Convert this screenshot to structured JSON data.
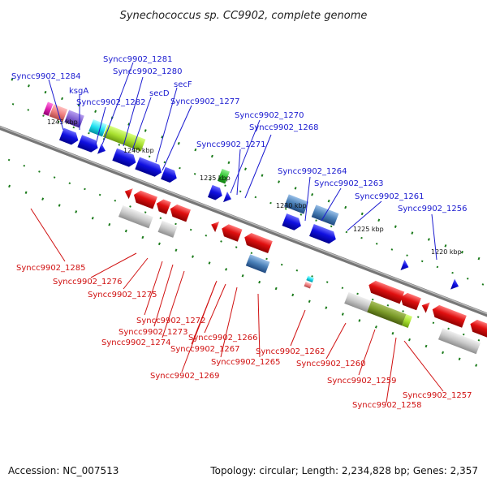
{
  "title": "Synechococcus sp. CC9902, complete genome",
  "footer": {
    "accession": "Accession: NC_007513",
    "topology": "Topology: circular; Length: 2,234,828 bp; Genes: 2,357"
  },
  "scale_labels": [
    "1245 kbp",
    "1240 kbp",
    "1235 kbp",
    "1230 kbp",
    "1225 kbp",
    "1220 kbp"
  ],
  "top_labels": [
    "Syncc9902_1284",
    "ksgA",
    "Syncc9902_1282",
    "Syncc9902_1281",
    "Syncc9902_1280",
    "secD",
    "secF",
    "Syncc9902_1277",
    "Syncc9902_1270",
    "Syncc9902_1268",
    "Syncc9902_1271",
    "Syncc9902_1264",
    "Syncc9902_1263",
    "Syncc9902_1261",
    "Syncc9902_1256"
  ],
  "bottom_labels": [
    "Syncc9902_1285",
    "Syncc9902_1276",
    "Syncc9902_1275",
    "Syncc9902_1272",
    "Syncc9902_1273",
    "Syncc9902_1274",
    "Syncc9902_1266",
    "Syncc9902_1267",
    "Syncc9902_1269",
    "Syncc9902_1265",
    "Syncc9902_1262",
    "Syncc9902_1260",
    "Syncc9902_1259",
    "Syncc9902_1258",
    "Syncc9902_1257"
  ],
  "colors": {
    "forward_gene": "#1010e0",
    "reverse_gene": "#e01010",
    "backbone": "#777777",
    "tick": "#1a7a1a",
    "yellow_green": "#a8e030",
    "olive": "#7a9a28",
    "steel_blue": "#4a80b8",
    "light_gray": "#c8c8c8"
  }
}
